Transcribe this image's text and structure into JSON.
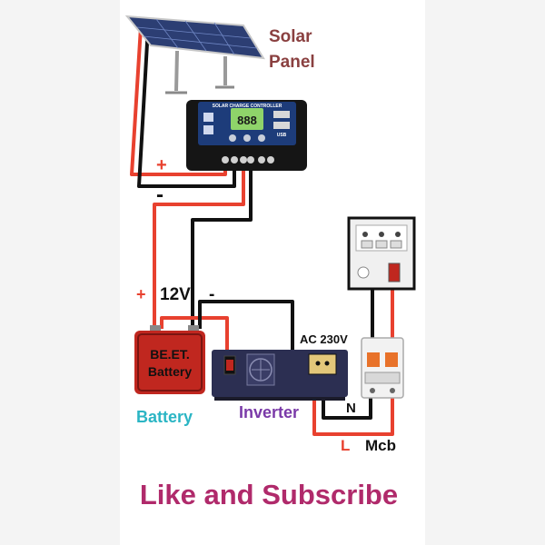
{
  "labels": {
    "solar_line1": "Solar",
    "solar_line2": "Panel",
    "controller_title": "SOLAR CHARGE CONTROLLER",
    "controller_display": "888",
    "controller_usb": "USB",
    "battery_line1": "BE.ET.",
    "battery_line2": "Battery",
    "battery": "Battery",
    "inverter": "Inverter",
    "ac_voltage": "AC 230V",
    "dc_voltage": "12V",
    "plus": "+",
    "minus": "-",
    "neutral": "N",
    "live": "L",
    "mcb": "Mcb",
    "cta": "Like and Subscribe"
  },
  "colors": {
    "red_wire": "#e8412f",
    "black_wire": "#111111",
    "solar_label": "#8a4040",
    "battery_label": "#2bb5c4",
    "inverter_label": "#7a3aa8",
    "cta": "#b02a6b",
    "controller_body": "#1d3c7a",
    "battery_body": "#c0271f",
    "inverter_body": "#2c2f52"
  }
}
